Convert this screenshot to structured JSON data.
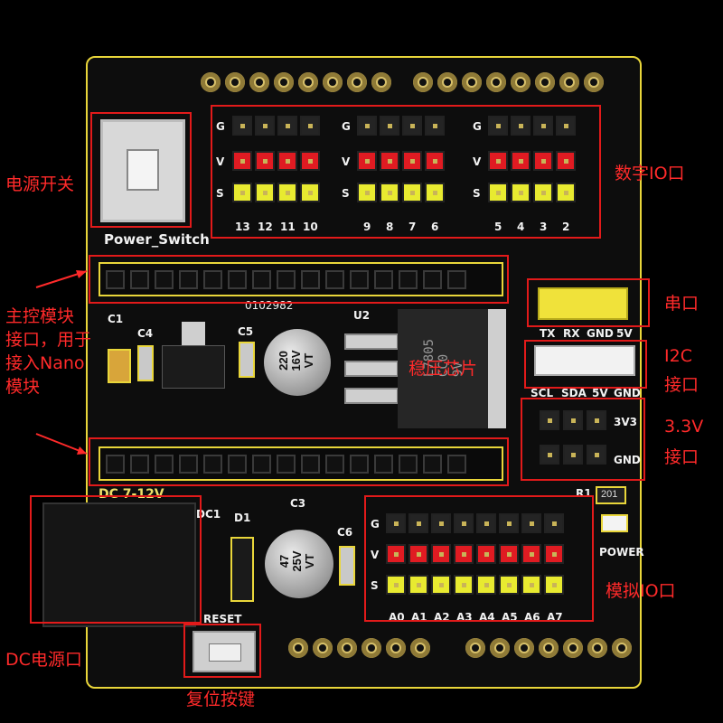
{
  "board": {
    "switch_label": "Power_Switch",
    "socket_code": "0102982",
    "u2": "U2",
    "c1": "C1",
    "c4": "C4",
    "c5": "C5",
    "c3": "C3",
    "c6": "C6",
    "cap_top": "220\n16V\nVT",
    "cap_bottom": "47\n25V\nVT",
    "dc_label": "DC 7-12V",
    "dc1": "DC1",
    "d1": "D1",
    "r1": "R1",
    "r1_value": "201",
    "power": "POWER",
    "reset": "RESET",
    "regulator_text": "L7805\nCC0\n9V",
    "gvs": [
      "G",
      "V",
      "S"
    ],
    "digital_left": [
      "13",
      "12",
      "11",
      "10"
    ],
    "digital_mid": [
      "9",
      "8",
      "7",
      "6"
    ],
    "digital_right": [
      "5",
      "4",
      "3",
      "2"
    ],
    "uart_pins": [
      "TX",
      "RX",
      "GND",
      "5V"
    ],
    "i2c_pins": [
      "SCL",
      "SDA",
      "5V",
      "GND"
    ],
    "pwr_pins": [
      "3V3",
      "GND"
    ],
    "analog_pins": [
      "A0",
      "A1",
      "A2",
      "A3",
      "A4",
      "A5",
      "A6",
      "A7"
    ]
  },
  "annotations": {
    "power_switch": "电源开关",
    "digital_io": "数字IO口",
    "nano_module": [
      "主控模块",
      "接口，用于",
      "接入Nano",
      "模块"
    ],
    "serial": "串口",
    "i2c": [
      "I2C",
      "接口"
    ],
    "v33": [
      "3.3V",
      "接口"
    ],
    "regulator": "稳压芯片",
    "analog_io": "模拟IO口",
    "dc_port": "DC电源口",
    "reset_button": "复位按键"
  },
  "colors": {
    "annotation": "#ff2a2a",
    "silkscreen": "#e9d63a",
    "gnd_row": "#242424",
    "vcc_row": "#e01b22",
    "signal_row": "#e8ea30"
  }
}
